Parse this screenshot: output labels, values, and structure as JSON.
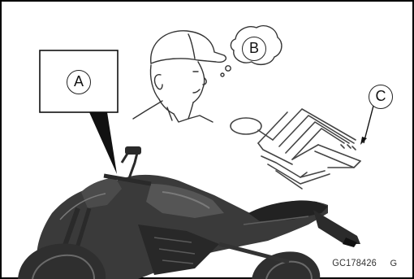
{
  "diagram": {
    "callouts": [
      {
        "id": "A",
        "label": "A"
      },
      {
        "id": "B",
        "label": "B"
      },
      {
        "id": "C",
        "label": "C"
      }
    ],
    "figure_code": "GC178426",
    "figure_rev": "G"
  }
}
